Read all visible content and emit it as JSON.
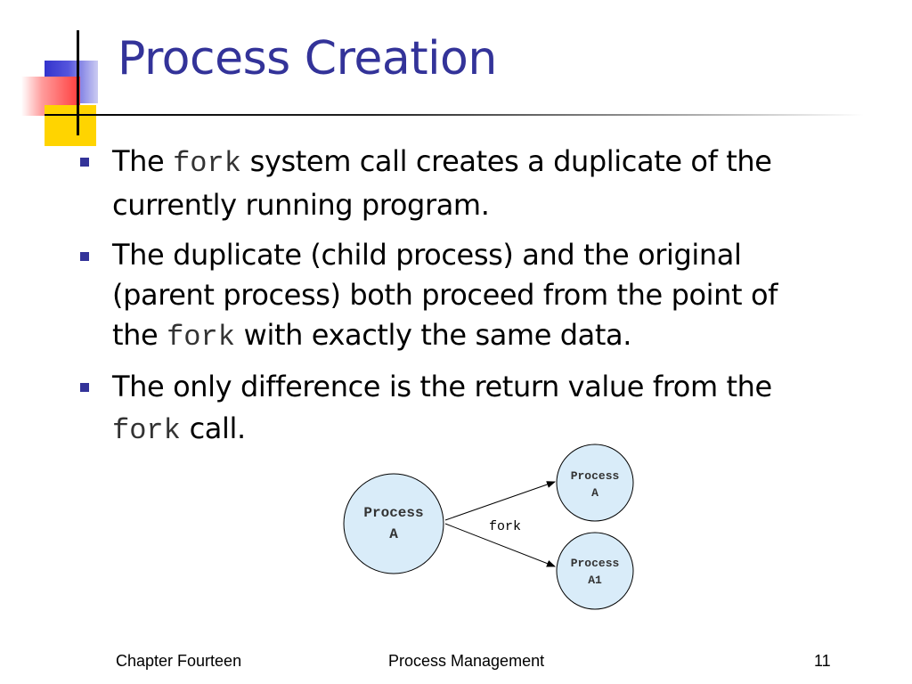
{
  "slide": {
    "title": "Process Creation"
  },
  "bullets": [
    {
      "segments": [
        {
          "text": "The ",
          "code": false
        },
        {
          "text": "fork",
          "code": true
        },
        {
          "text": " system call creates a duplicate of the currently running program.",
          "code": false
        }
      ]
    },
    {
      "segments": [
        {
          "text": "The duplicate (child process) and the original (parent process) both proceed from the point of the ",
          "code": false
        },
        {
          "text": "fork",
          "code": true
        },
        {
          "text": " with exactly the same data.",
          "code": false
        }
      ]
    },
    {
      "segments": [
        {
          "text": "The only difference is the return value from the ",
          "code": false
        },
        {
          "text": "fork",
          "code": true
        },
        {
          "text": " call.",
          "code": false
        }
      ]
    }
  ],
  "diagram": {
    "source": {
      "line1": "Process",
      "line2": "A"
    },
    "targets": [
      {
        "line1": "Process",
        "line2": "A"
      },
      {
        "line1": "Process",
        "line2": "A1"
      }
    ],
    "edge_label": "fork"
  },
  "footer": {
    "left": "Chapter Fourteen",
    "center": "Process Management",
    "page_number": "11"
  },
  "colors": {
    "title": "#333399",
    "bullet": "#333399",
    "node_fill": "#d9ecf9"
  }
}
